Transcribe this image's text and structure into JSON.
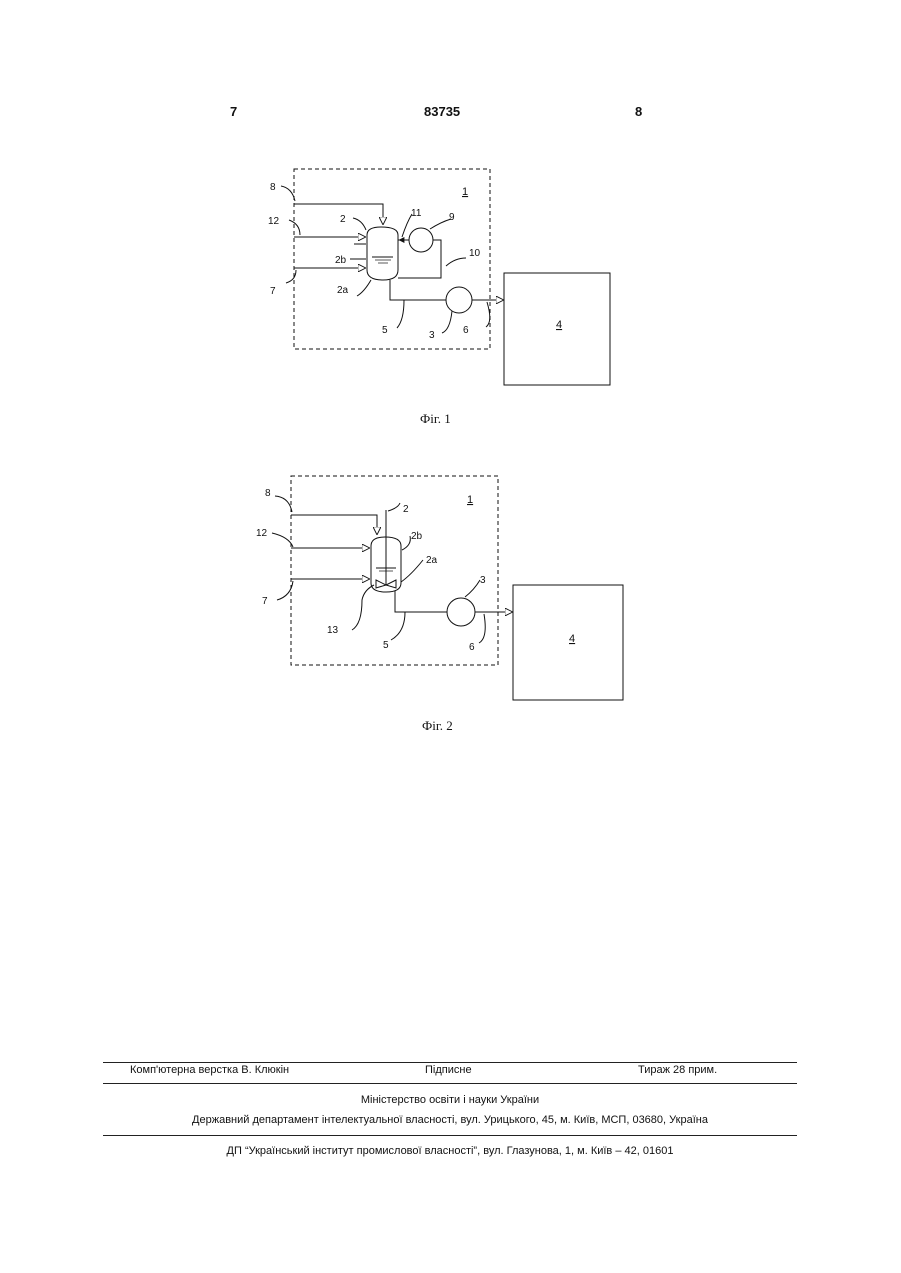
{
  "header": {
    "page_left": "7",
    "patent_number": "83735",
    "page_right": "8"
  },
  "figures": [
    {
      "caption": "Фіг. 1",
      "labels": {
        "l1": "1",
        "l2": "2",
        "l2a": "2a",
        "l2b": "2b",
        "l3": "3",
        "l4": "4",
        "l5": "5",
        "l6": "6",
        "l7": "7",
        "l8": "8",
        "l9": "9",
        "l10": "10",
        "l11": "11",
        "l12": "12"
      }
    },
    {
      "caption": "Фіг. 2",
      "labels": {
        "l1": "1",
        "l2": "2",
        "l2a": "2a",
        "l2b": "2b",
        "l3": "3",
        "l4": "4",
        "l5": "5",
        "l6": "6",
        "l7": "7",
        "l8": "8",
        "l12": "12",
        "l13": "13"
      }
    }
  ],
  "imprint": {
    "layout": "Комп'ютерна верстка В. Клюкін",
    "signed": "Підписне",
    "circulation": "Тираж 28 прим.",
    "ministry": "Міністерство освіти і науки України",
    "department": "Державний департамент інтелектуальної власності, вул. Урицького, 45, м. Київ, МСП, 03680, Україна",
    "institute": "ДП “Український інститут промислової власності”, вул. Глазунова, 1, м. Київ – 42, 01601"
  }
}
